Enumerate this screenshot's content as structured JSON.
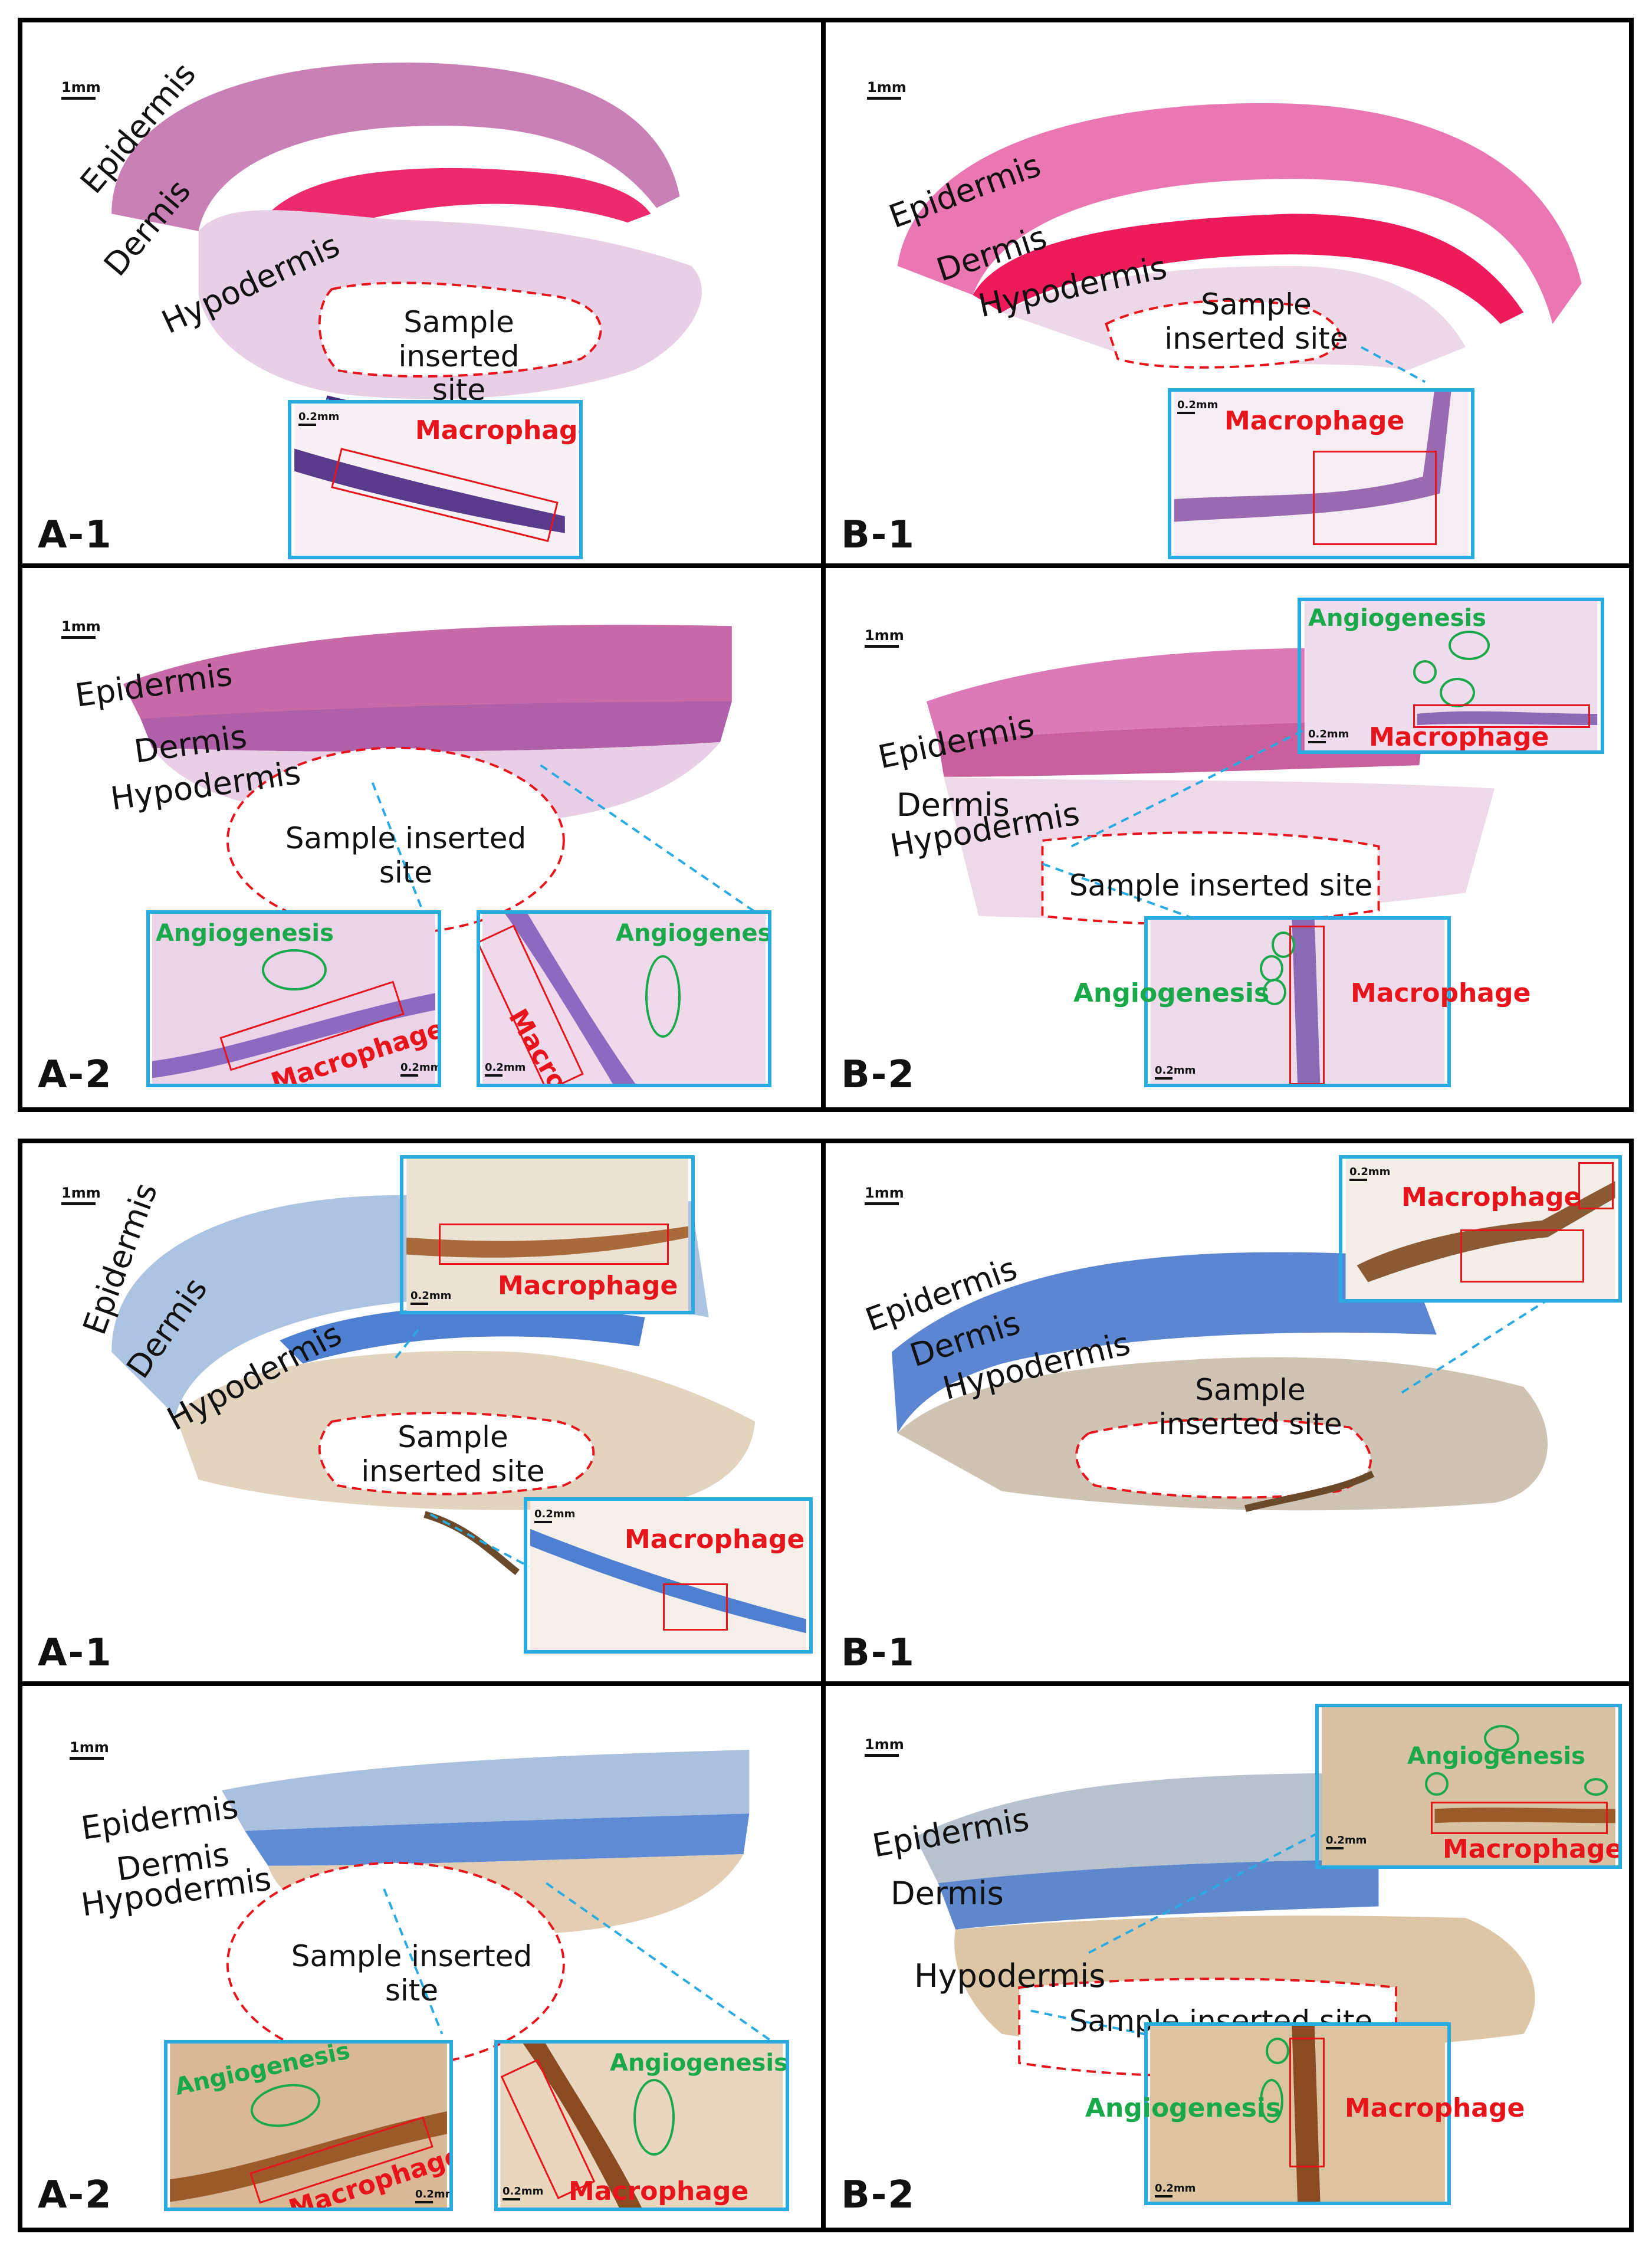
{
  "labels": {
    "epidermis": "Epidermis",
    "dermis": "Dermis",
    "hypodermis": "Hypodermis",
    "sample_site_two_line_a": "Sample",
    "sample_site_two_line_b": "inserted site",
    "sample_site_one_line": "Sample inserted site",
    "macrophage": "Macrophage",
    "angiogenesis": "Angiogenesis",
    "scale_1mm": "1mm",
    "scale_02mm": "0.2mm"
  },
  "panels": {
    "he_a1": "A-1",
    "he_b1": "B-1",
    "he_a2": "A-2",
    "he_b2": "B-2",
    "ihc_a1": "A-1",
    "ihc_b1": "B-1",
    "ihc_a2": "A-2",
    "ihc_b2": "B-2"
  },
  "colors": {
    "frame": "#000000",
    "inset_border": "#29abe2",
    "macrophage_text": "#e8141b",
    "angiogenesis_text": "#19a84a",
    "he_epidermis": "#c06aa8",
    "he_dermis": "#ee2a6f",
    "he_hypodermis": "#e7cfe6",
    "ihc_epidermis": "#9db8dc",
    "ihc_dermis": "#4f7fd0",
    "ihc_hypodermis": "#e3d4c0"
  }
}
